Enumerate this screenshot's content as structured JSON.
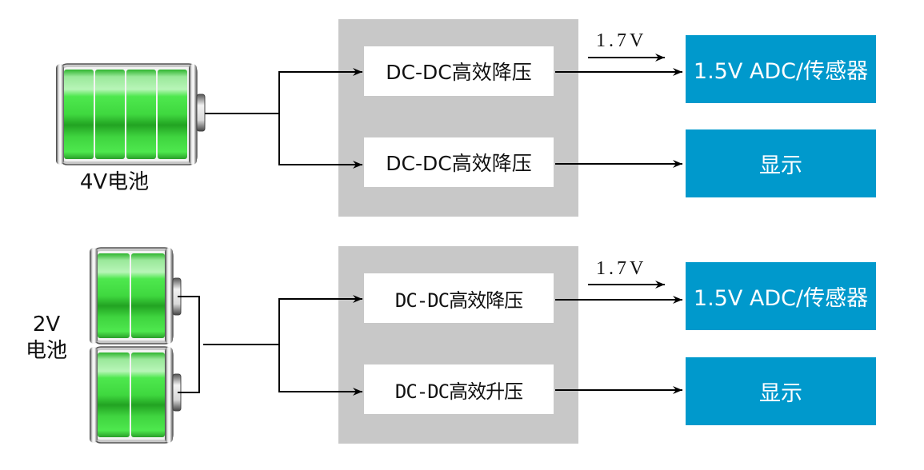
{
  "diagram": {
    "colors": {
      "panel": "#c8c8c8",
      "converter_box": "#ffffff",
      "load_box": "#0099cc",
      "load_text": "#ffffff",
      "battery_green": "#3dd43d",
      "wire": "#000000"
    },
    "top_system": {
      "battery": {
        "label": "4V电池",
        "cells": 4,
        "icon": "battery-icon"
      },
      "converters": [
        {
          "label": "DC-DC高效降压"
        },
        {
          "label": "DC-DC高效降压"
        }
      ],
      "voltage_annotation": "1.7V",
      "loads": [
        {
          "label": "1.5V ADC/传感器"
        },
        {
          "label": "显示"
        }
      ]
    },
    "bottom_system": {
      "battery": {
        "label_line1": "2V",
        "label_line2": "电池",
        "packs": 2,
        "cells_per_pack": 2,
        "icon": "battery-icon"
      },
      "converters": [
        {
          "label": "DC-DC高效降压"
        },
        {
          "label": "DC-DC高效升压"
        }
      ],
      "voltage_annotation": "1.7V",
      "loads": [
        {
          "label": "1.5V ADC/传感器"
        },
        {
          "label": "显示"
        }
      ]
    }
  }
}
